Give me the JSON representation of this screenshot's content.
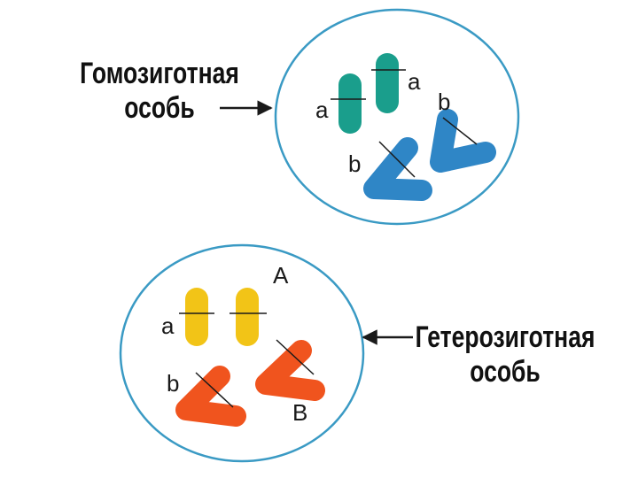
{
  "labels": {
    "homozygous": {
      "line1": "Гомозиготная",
      "line2": "особь"
    },
    "heterozygous": {
      "line1": "Гетерозиготная",
      "line2": "особь"
    }
  },
  "alleles": {
    "top_a_right": "a",
    "top_a_left": "a",
    "top_b_right": "b",
    "top_b_left": "b",
    "bottom_A": "A",
    "bottom_a": "a",
    "bottom_b": "b",
    "bottom_B": "B"
  },
  "colors": {
    "cell_border": "#3a9ac4",
    "teal": "#1a9e8c",
    "blue": "#2f86c6",
    "yellow": "#f2c417",
    "orange": "#f0541e",
    "marker": "#1a1a1a"
  }
}
